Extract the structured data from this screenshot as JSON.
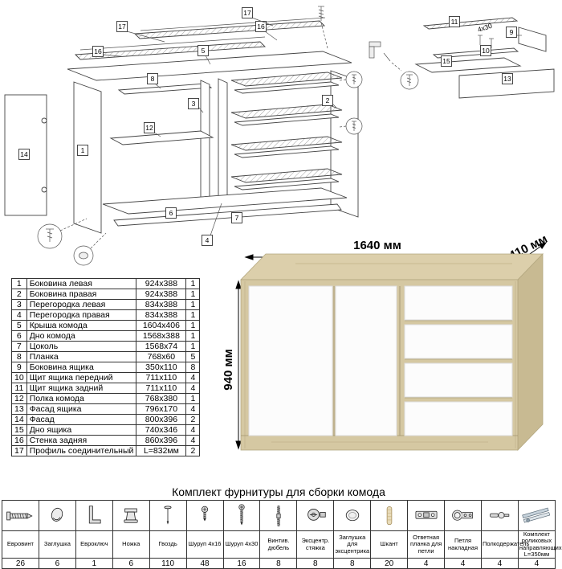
{
  "parts_table": {
    "rows": [
      {
        "num": "1",
        "name": "Боковина левая",
        "size": "924х388",
        "qty": "1"
      },
      {
        "num": "2",
        "name": "Боковина правая",
        "size": "924х388",
        "qty": "1"
      },
      {
        "num": "3",
        "name": "Перегородка левая",
        "size": "834х388",
        "qty": "1"
      },
      {
        "num": "4",
        "name": "Перегородка правая",
        "size": "834х388",
        "qty": "1"
      },
      {
        "num": "5",
        "name": "Крыша комода",
        "size": "1604х406",
        "qty": "1"
      },
      {
        "num": "6",
        "name": "Дно комода",
        "size": "1568х388",
        "qty": "1"
      },
      {
        "num": "7",
        "name": "Цоколь",
        "size": "1568х74",
        "qty": "1"
      },
      {
        "num": "8",
        "name": "Планка",
        "size": "768х60",
        "qty": "5"
      },
      {
        "num": "9",
        "name": "Боковина ящика",
        "size": "350х110",
        "qty": "8"
      },
      {
        "num": "10",
        "name": "Щит ящика передний",
        "size": "711х110",
        "qty": "4"
      },
      {
        "num": "11",
        "name": "Щит ящика задний",
        "size": "711х110",
        "qty": "4"
      },
      {
        "num": "12",
        "name": "Полка комода",
        "size": "768х380",
        "qty": "1"
      },
      {
        "num": "13",
        "name": "Фасад ящика",
        "size": "796х170",
        "qty": "4"
      },
      {
        "num": "14",
        "name": "Фасад",
        "size": "800х396",
        "qty": "2"
      },
      {
        "num": "15",
        "name": "Дно ящика",
        "size": "740х346",
        "qty": "4"
      },
      {
        "num": "16",
        "name": "Стенка задняя",
        "size": "860х396",
        "qty": "4"
      },
      {
        "num": "17",
        "name": "Профиль соединительный",
        "size": "L=832мм",
        "qty": "2"
      }
    ]
  },
  "render": {
    "width_label": "1640 мм",
    "depth_label": "410 мм",
    "height_label": "940 мм"
  },
  "hardware": {
    "title": "Комплект фурнитуры для сборки комода",
    "items": [
      {
        "name": "Евровинт",
        "qty": "26"
      },
      {
        "name": "Заглушка",
        "qty": "6"
      },
      {
        "name": "Евроключ",
        "qty": "1"
      },
      {
        "name": "Ножка",
        "qty": "6"
      },
      {
        "name": "Гвоздь",
        "qty": "110"
      },
      {
        "name": "Шуруп 4х16",
        "qty": "48"
      },
      {
        "name": "Шуруп 4х30",
        "qty": "16"
      },
      {
        "name": "Винтив. дюбель",
        "qty": "8"
      },
      {
        "name": "Эксцентр. стяжка",
        "qty": "8"
      },
      {
        "name": "Заглушка для эксцентрика",
        "qty": "8"
      },
      {
        "name": "Шкант",
        "qty": "20"
      },
      {
        "name": "Ответная планка для петли",
        "qty": "4"
      },
      {
        "name": "Петля накладная",
        "qty": "4"
      },
      {
        "name": "Полкодержатель",
        "qty": "4"
      },
      {
        "name": "Комплект роликовых направляющих L=350мм",
        "qty": "4"
      }
    ]
  },
  "diagram": {
    "labels": {
      "l17a": "17",
      "l16a": "16",
      "l5": "5",
      "l16b": "16",
      "l17b": "17",
      "l8a": "8",
      "l3": "3",
      "l12": "12",
      "l1": "1",
      "l14": "14",
      "l2": "2",
      "l6": "6",
      "l7": "7",
      "l4": "4",
      "l11": "11",
      "l9": "9",
      "l15": "15",
      "l10": "10",
      "l13": "13",
      "screw_size": "4х30"
    }
  }
}
